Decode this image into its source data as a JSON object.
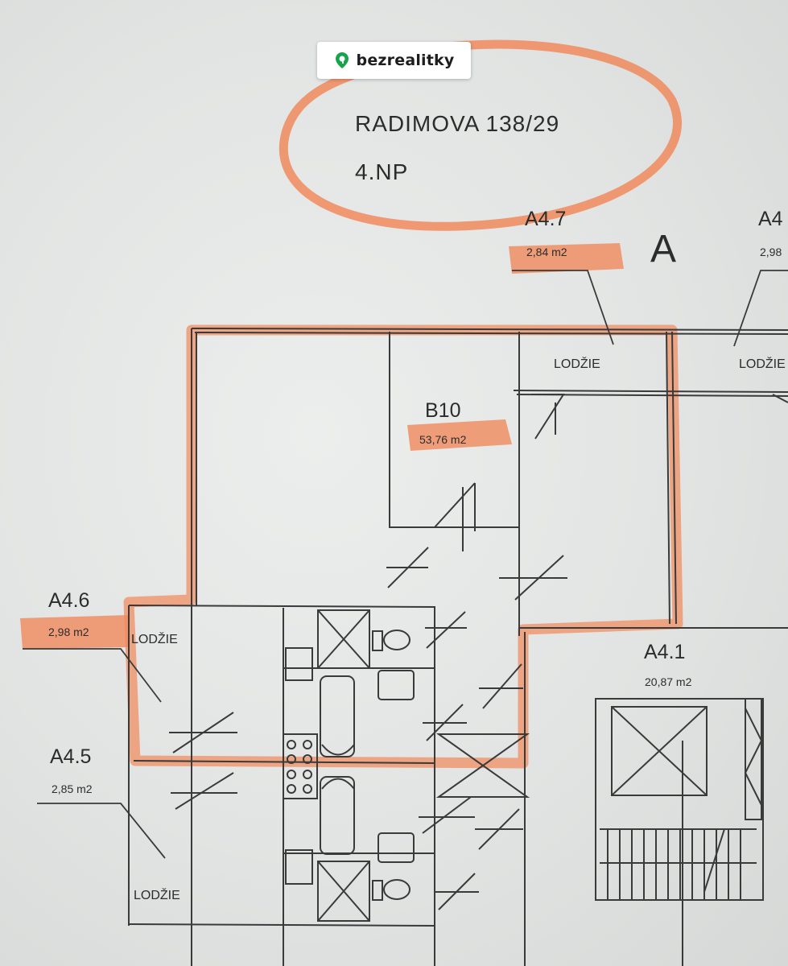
{
  "brand": {
    "name": "bezrealitky",
    "icon": "map-pin-icon",
    "color": "#16a34a"
  },
  "header": {
    "address": "RADIMOVA  138/29",
    "floor": "4.NP"
  },
  "section_letter": "A",
  "units": [
    {
      "id": "A4.7",
      "area": "2,84 m2",
      "room": "LODŽIE",
      "highlighted": true
    },
    {
      "id": "A4",
      "area": "2,98",
      "room": "LODŽIE",
      "cropped": true
    },
    {
      "id": "B10",
      "area": "53,76 m2",
      "highlighted": true
    },
    {
      "id": "A4.6",
      "area": "2,98 m2",
      "room": "LODŽIE",
      "highlighted": true
    },
    {
      "id": "A4.5",
      "area": "2,85 m2",
      "room": "LODŽIE"
    },
    {
      "id": "A4.1",
      "area": "20,87 m2"
    }
  ],
  "highlight_color": "#f08a5d"
}
